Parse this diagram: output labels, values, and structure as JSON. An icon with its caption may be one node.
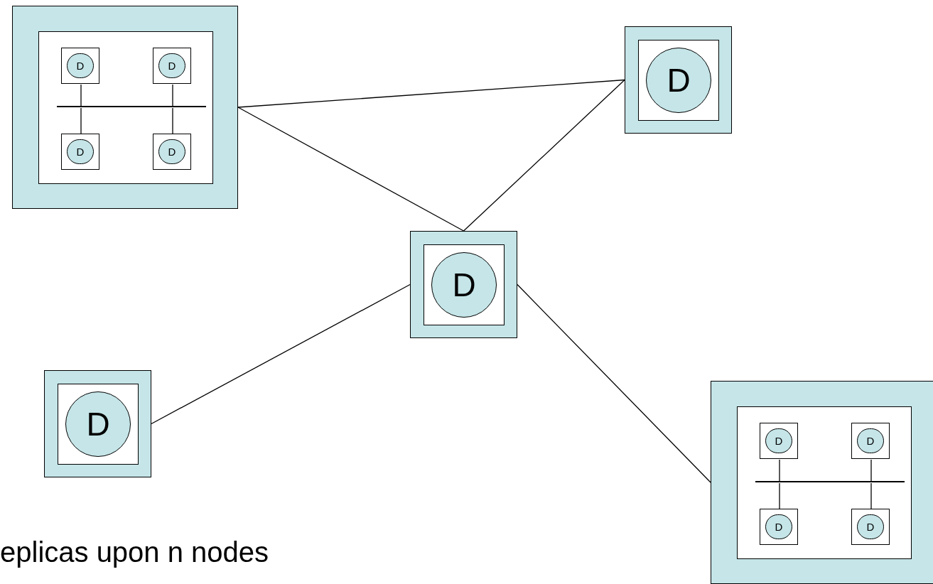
{
  "diagram": {
    "nodes": [
      {
        "text": [],
        "shape": "box"
      },
      {
        "text": [],
        "shape": "box",
        "in": 0
      },
      {
        "text": [],
        "shape": "box",
        "in": 1
      },
      {
        "text": [
          "D"
        ],
        "in": 2
      },
      {
        "text": [],
        "shape": "box",
        "in": 1
      },
      {
        "text": [
          "D"
        ],
        "in": 4
      },
      {
        "text": [],
        "shape": "bar",
        "in": 1
      },
      {
        "text": [],
        "shape": "box",
        "in": 1
      },
      {
        "text": [
          "D"
        ],
        "in": 7
      },
      {
        "text": [],
        "shape": "box",
        "in": 1
      },
      {
        "text": [
          "D"
        ],
        "in": 9
      },
      {
        "text": [],
        "shape": "box"
      },
      {
        "text": [],
        "shape": "box",
        "in": 11
      },
      {
        "text": [
          "D"
        ],
        "in": 12
      },
      {
        "text": [],
        "shape": "box"
      },
      {
        "text": [],
        "shape": "box",
        "in": 14
      },
      {
        "text": [
          "D"
        ],
        "in": 15
      },
      {
        "text": [],
        "shape": "box"
      },
      {
        "text": [],
        "shape": "box",
        "in": 17
      },
      {
        "text": [
          "D"
        ],
        "in": 18
      },
      {
        "text": [],
        "shape": "box"
      },
      {
        "text": [],
        "shape": "box",
        "in": 20
      },
      {
        "text": [],
        "shape": "box",
        "in": 21
      },
      {
        "text": [
          "D"
        ],
        "in": 22
      },
      {
        "text": [],
        "shape": "box",
        "in": 21
      },
      {
        "text": [
          "D"
        ],
        "in": 24
      },
      {
        "text": [],
        "shape": "bar",
        "in": 21
      },
      {
        "text": [],
        "shape": "box",
        "in": 21
      },
      {
        "text": [
          "D"
        ],
        "in": 27
      },
      {
        "text": [],
        "shape": "box",
        "in": 21
      },
      {
        "text": [
          "D"
        ],
        "in": 29
      }
    ],
    "edges": [
      {
        "from": 0,
        "to": 11,
        "arrow": "none"
      },
      {
        "from": 0,
        "to": 14,
        "arrow": "none"
      },
      {
        "from": 11,
        "to": 14,
        "arrow": "none"
      },
      {
        "from": 17,
        "to": 14,
        "arrow": "none"
      },
      {
        "from": 14,
        "to": 20,
        "arrow": "none"
      },
      {
        "from": 2,
        "to": 6,
        "arrow": "none"
      },
      {
        "from": 7,
        "to": 6,
        "arrow": "none"
      },
      {
        "from": 4,
        "to": 6,
        "arrow": "none"
      },
      {
        "from": 9,
        "to": 6,
        "arrow": "none"
      },
      {
        "from": 22,
        "to": 26,
        "arrow": "none"
      },
      {
        "from": 27,
        "to": 26,
        "arrow": "none"
      },
      {
        "from": 24,
        "to": 26,
        "arrow": "none"
      },
      {
        "from": 29,
        "to": 26,
        "arrow": "none"
      }
    ],
    "labels": [
      "eplicas upon n nodes"
    ]
  }
}
